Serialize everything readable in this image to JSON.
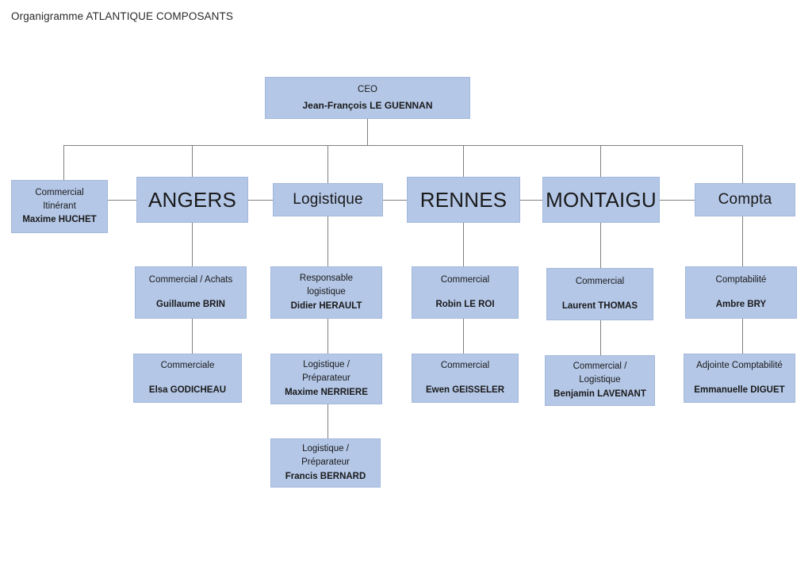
{
  "document": {
    "title": "Organigramme ATLANTIQUE COMPOSANTS"
  },
  "theme": {
    "box_fill": "#b4c7e7",
    "box_border": "#a3b8dc",
    "line_color": "#808080",
    "text_color": "#1a1a1a",
    "background": "#ffffff"
  },
  "chart_data": {
    "type": "diagram",
    "subtype": "organization-chart",
    "title": "Organigramme ATLANTIQUE COMPOSANTS",
    "levels": 5,
    "nodes": [
      {
        "id": "ceo",
        "role": "CEO",
        "person": "Jean-François LE GUENNAN",
        "level": 0,
        "parent": null
      },
      {
        "id": "itinerant",
        "role": "Commercial\nItinérant",
        "person": "Maxime HUCHET",
        "level": 1,
        "parent": "ceo"
      },
      {
        "id": "angers",
        "role": "ANGERS",
        "person": "",
        "level": 1,
        "parent": "ceo"
      },
      {
        "id": "logistique",
        "role": "Logistique",
        "person": "",
        "level": 1,
        "parent": "ceo"
      },
      {
        "id": "rennes",
        "role": "RENNES",
        "person": "",
        "level": 1,
        "parent": "ceo"
      },
      {
        "id": "montaigu",
        "role": "MONTAIGU",
        "person": "",
        "level": 1,
        "parent": "ceo"
      },
      {
        "id": "compta",
        "role": "Compta",
        "person": "",
        "level": 1,
        "parent": "ceo"
      },
      {
        "id": "brin",
        "role": "Commercial / Achats",
        "person": "Guillaume BRIN",
        "level": 2,
        "parent": "angers"
      },
      {
        "id": "herault",
        "role": "Responsable\nlogistique",
        "person": "Didier HERAULT",
        "level": 2,
        "parent": "logistique"
      },
      {
        "id": "leroi",
        "role": "Commercial",
        "person": "Robin LE ROI",
        "level": 2,
        "parent": "rennes"
      },
      {
        "id": "thomas",
        "role": "Commercial",
        "person": "Laurent THOMAS",
        "level": 2,
        "parent": "montaigu"
      },
      {
        "id": "bry",
        "role": "Comptabilité",
        "person": "Ambre BRY",
        "level": 2,
        "parent": "compta"
      },
      {
        "id": "godicheau",
        "role": "Commerciale",
        "person": "Elsa GODICHEAU",
        "level": 3,
        "parent": "brin"
      },
      {
        "id": "nerriere",
        "role": "Logistique /\nPréparateur",
        "person": "Maxime NERRIERE",
        "level": 3,
        "parent": "herault"
      },
      {
        "id": "geisseler",
        "role": "Commercial",
        "person": "Ewen GEISSELER",
        "level": 3,
        "parent": "leroi"
      },
      {
        "id": "lavenant",
        "role": "Commercial /\nLogistique",
        "person": "Benjamin LAVENANT",
        "level": 3,
        "parent": "thomas"
      },
      {
        "id": "diguet",
        "role": "Adjointe Comptabilité",
        "person": "Emmanuelle DIGUET",
        "level": 3,
        "parent": "bry"
      },
      {
        "id": "bernard",
        "role": "Logistique /\nPréparateur",
        "person": "Francis BERNARD",
        "level": 4,
        "parent": "nerriere"
      }
    ]
  }
}
